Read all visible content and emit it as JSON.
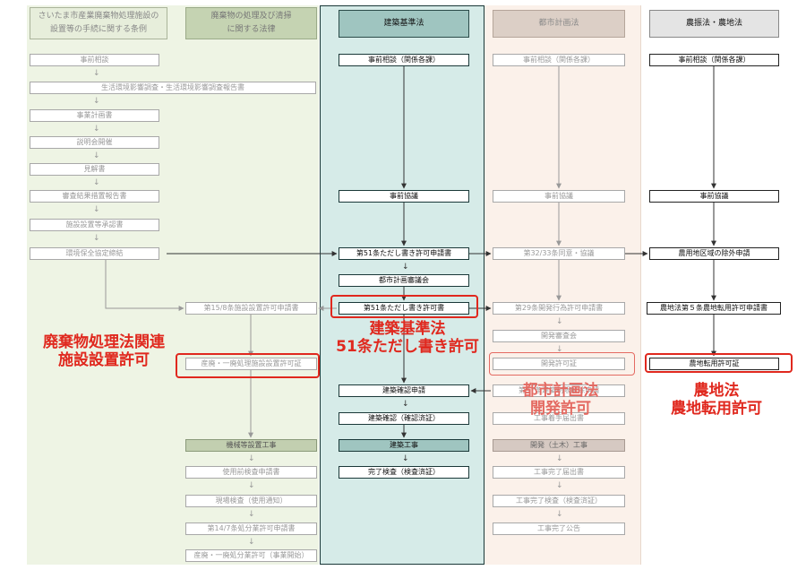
{
  "headers": {
    "saitama": [
      "さいたま市産業廃棄物処理施設の",
      "設置等の手続に関する条例"
    ],
    "haikibutsu": [
      "廃棄物の処理及び清掃",
      "に関する法律"
    ],
    "kenchiku": "建築基準法",
    "toshi": "都市計画法",
    "nouchi": "農振法・農地法"
  },
  "saitama_steps": [
    "事前相談",
    "生活環境影響調査・生活環境影響調査報告書",
    "事業計画書",
    "説明会開催",
    "見解書",
    "審査結果措置報告書",
    "施設設置等承認書",
    "環境保全協定締結"
  ],
  "haiki_steps": [
    "第15/8条施設設置許可申請書",
    "産廃・一廃処理施設設置許可証",
    "機械等設置工事",
    "使用前検査申請書",
    "現場検査（使用通知）",
    "第14/7条処分業許可申請書",
    "産廃・一廃処分業許可（事業開始）"
  ],
  "kenchiku_steps": [
    "事前相談（関係各課）",
    "事前協議",
    "第51条ただし書き許可申請書",
    "都市計画審議会",
    "第51条ただし書き許可書",
    "建築確認申請",
    "建築確認（確認済証）",
    "建築工事",
    "完了検査（検査済証）"
  ],
  "toshi_steps": [
    "事前相談（関係各課）",
    "事前協議",
    "第32/33条同意・協議",
    "第29条開発行為許可申請書",
    "開発審査会",
    "開発許可証",
    "第37条建築制限解除申請",
    "工事着手届出書",
    "開発（土木）工事",
    "工事完了届出書",
    "工事完了検査（検査済証）",
    "工事完了公告"
  ],
  "nouchi_steps": [
    "事前相談（関係各課）",
    "事前協議",
    "農用地区域の除外申請",
    "農地法第５条農地転用許可申請書",
    "農地転用許可証"
  ],
  "labels": {
    "haiki": [
      "廃棄物処理法関連",
      "施設設置許可"
    ],
    "kenchiku": [
      "建築基準法",
      "51条ただし書き許可"
    ],
    "toshi": [
      "都市計画法",
      "開発許可"
    ],
    "nouchi": [
      "農地法",
      "農地転用許可"
    ]
  },
  "colors": {
    "green_bg": "#eef4e4",
    "teal_bg": "#d6ebe8",
    "peach_bg": "#fbf1ea",
    "highlight": "#e0281e"
  }
}
